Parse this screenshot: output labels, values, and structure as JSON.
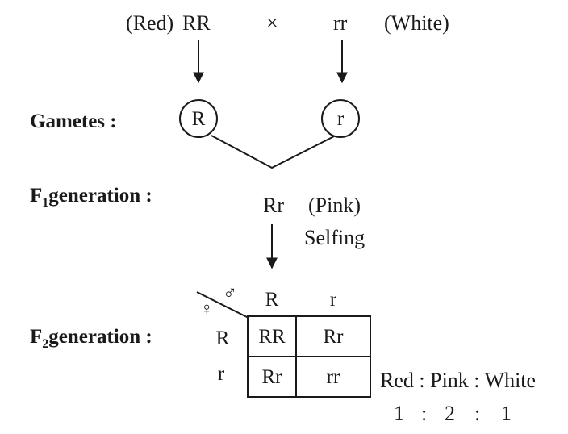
{
  "parents": {
    "left_phenotype": "(Red)",
    "left_genotype": "RR",
    "cross_symbol": "×",
    "right_genotype": "rr",
    "right_phenotype": "(White)"
  },
  "gametes": {
    "label": "Gametes :",
    "left": "R",
    "right": "r"
  },
  "f1": {
    "label_prefix": "F",
    "label_sub": "1",
    "label_suffix": "generation :",
    "genotype": "Rr",
    "phenotype": "(Pink)",
    "note": "Selfing"
  },
  "f2": {
    "label_prefix": "F",
    "label_sub": "2",
    "label_suffix": "generation :",
    "male_symbol": "♂",
    "female_symbol": "♀",
    "col_headers": [
      "R",
      "r"
    ],
    "row_headers": [
      "R",
      "r"
    ],
    "cells": [
      [
        "RR",
        "Rr"
      ],
      [
        "Rr",
        "rr"
      ]
    ],
    "ratio_labels": "Red : Pink : White",
    "ratio_values": [
      "1",
      ":",
      "2",
      ":",
      "1"
    ]
  }
}
